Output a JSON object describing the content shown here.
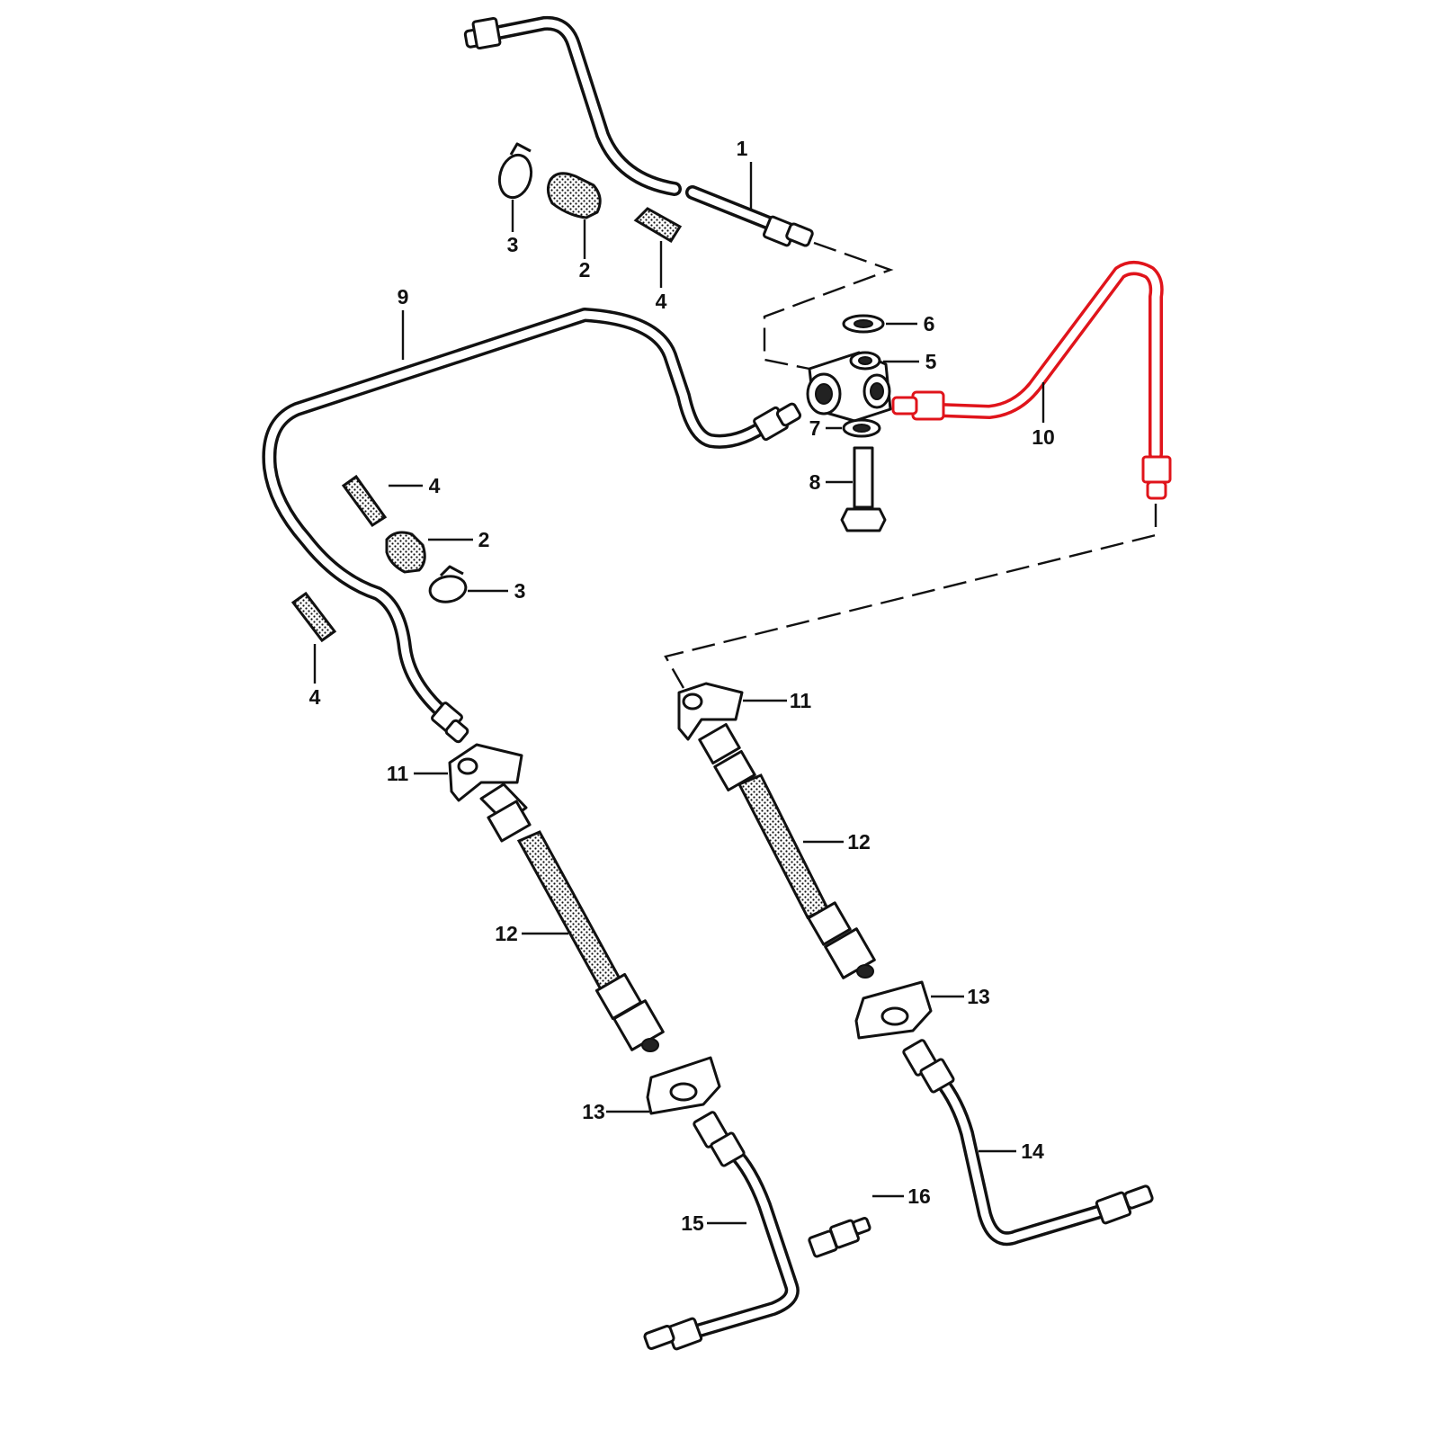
{
  "colors": {
    "highlight": "#e0141b",
    "line": "#111111",
    "background": "#ffffff"
  },
  "callouts": [
    {
      "id": "c1",
      "text": "1"
    },
    {
      "id": "c2a",
      "text": "2"
    },
    {
      "id": "c2b",
      "text": "2"
    },
    {
      "id": "c3a",
      "text": "3"
    },
    {
      "id": "c3b",
      "text": "3"
    },
    {
      "id": "c4a",
      "text": "4"
    },
    {
      "id": "c4b",
      "text": "4"
    },
    {
      "id": "c4c",
      "text": "4"
    },
    {
      "id": "c5",
      "text": "5"
    },
    {
      "id": "c6",
      "text": "6"
    },
    {
      "id": "c7",
      "text": "7"
    },
    {
      "id": "c8",
      "text": "8"
    },
    {
      "id": "c9",
      "text": "9"
    },
    {
      "id": "c10",
      "text": "10"
    },
    {
      "id": "c11a",
      "text": "11"
    },
    {
      "id": "c11b",
      "text": "11"
    },
    {
      "id": "c12a",
      "text": "12"
    },
    {
      "id": "c12b",
      "text": "12"
    },
    {
      "id": "c13a",
      "text": "13"
    },
    {
      "id": "c13b",
      "text": "13"
    },
    {
      "id": "c14",
      "text": "14"
    },
    {
      "id": "c15",
      "text": "15"
    },
    {
      "id": "c16",
      "text": "16"
    }
  ],
  "highlighted_part": "10"
}
